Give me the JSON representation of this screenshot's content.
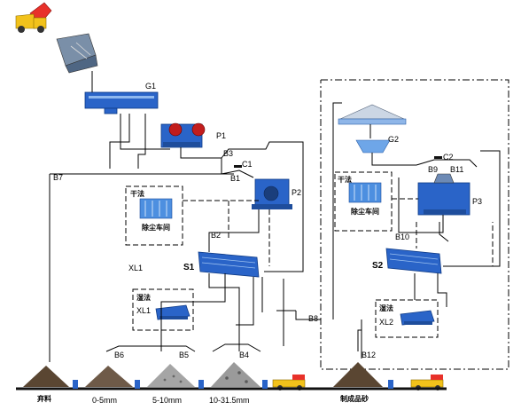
{
  "labels": {
    "g1": "G1",
    "p1": "P1",
    "b3": "B3",
    "c1": "C1",
    "b1": "B1",
    "p2": "P2",
    "b7": "B7",
    "b2": "B2",
    "s1": "S1",
    "xl1_left": "XL1",
    "xl1_box": "XL1",
    "b6": "B6",
    "b5": "B5",
    "b4": "B4",
    "b8": "B8",
    "g2": "G2",
    "c2": "C2",
    "b9": "B9",
    "b11": "B11",
    "p3": "P3",
    "b10": "B10",
    "s2": "S2",
    "xl2": "XL2",
    "b12": "B12"
  },
  "boxes": {
    "dry1_title": "干法",
    "dry1_sub": "除尘车间",
    "wet1_title": "湿法",
    "dry2_title": "干法",
    "dry2_sub": "除尘车间",
    "wet2_title": "湿法"
  },
  "products": {
    "waste": "弃料",
    "p1": "0-5mm",
    "p2": "5-10mm",
    "p3": "10-31.5mm",
    "sand": "制成品砂"
  }
}
